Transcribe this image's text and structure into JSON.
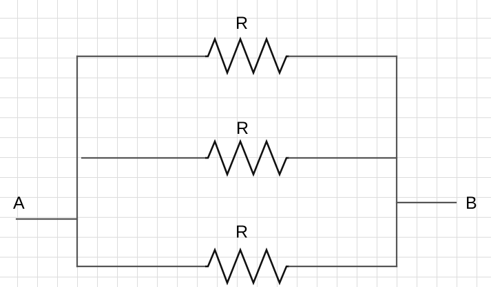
{
  "diagram": {
    "resistor_labels": [
      "R",
      "R",
      "R"
    ],
    "node_a_label": "A",
    "node_b_label": "B"
  }
}
